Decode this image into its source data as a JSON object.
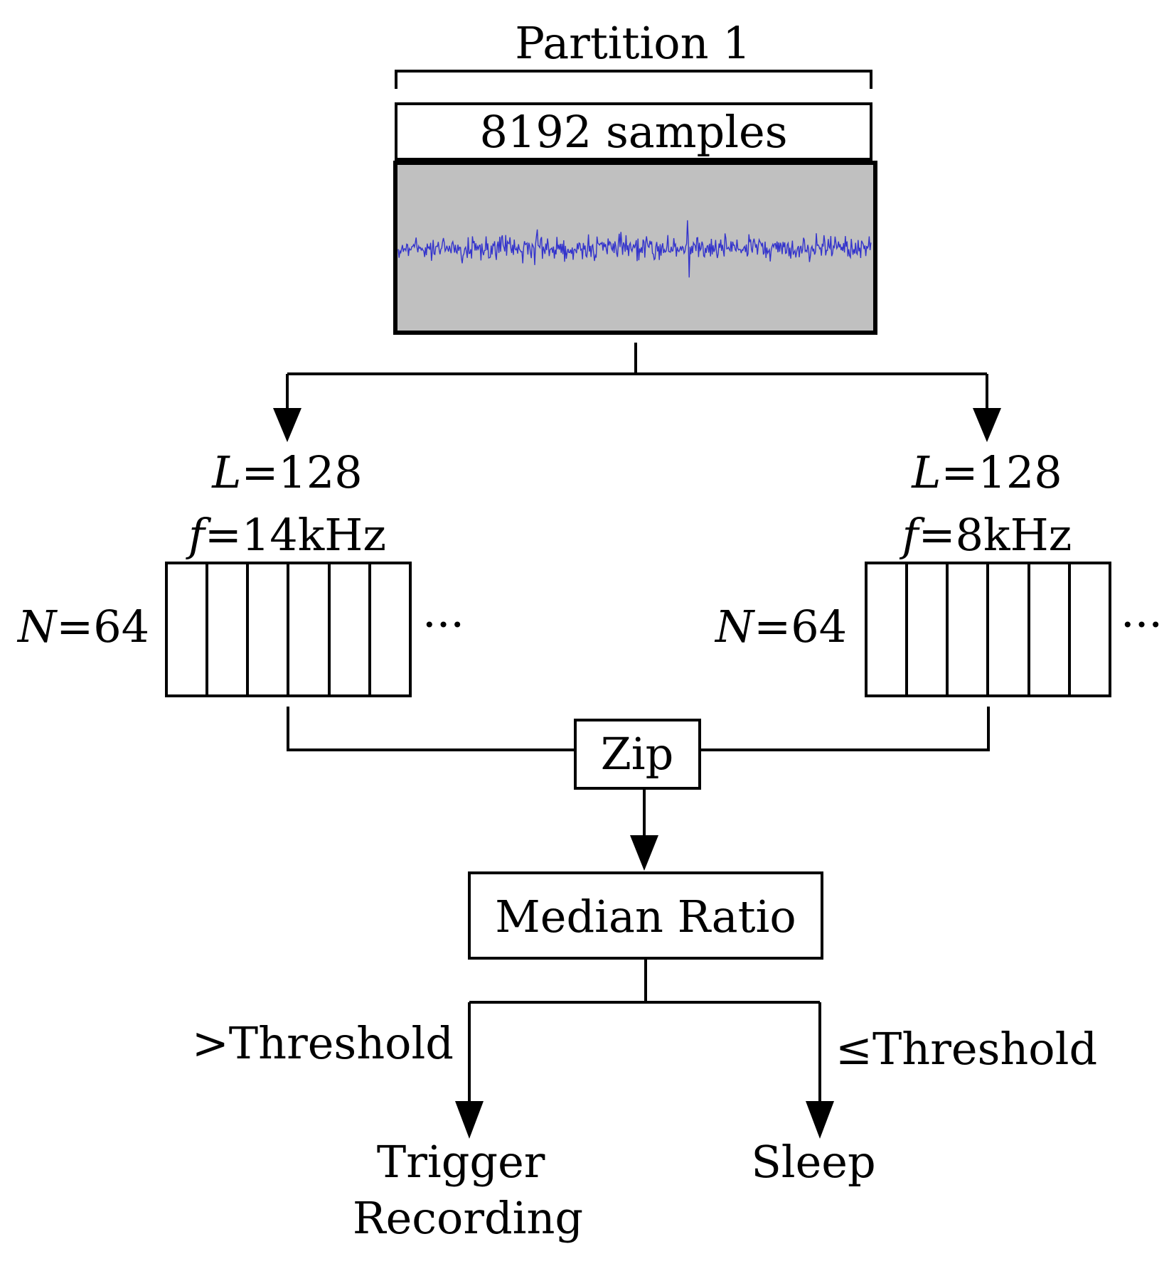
{
  "partition_label": "Partition 1",
  "samples_label": "8192 samples",
  "waveform": {
    "background_color": "#c0c0c0",
    "signal_color": "#3333cc"
  },
  "left_branch": {
    "L_symbol": "L",
    "L_value": "=128",
    "f_symbol": "f",
    "f_value": "=14kHz",
    "N_symbol": "N",
    "N_value": "=64",
    "ellipsis": "···"
  },
  "right_branch": {
    "L_symbol": "L",
    "L_value": "=128",
    "f_symbol": "f",
    "f_value": "=8kHz",
    "N_symbol": "N",
    "N_value": "=64",
    "ellipsis": "···"
  },
  "zip_label": "Zip",
  "median_label": "Median Ratio",
  "gt_threshold_label": ">Threshold",
  "le_threshold_label": "≤Threshold",
  "trigger_line1": "Trigger",
  "trigger_line2": "Recording",
  "sleep_label": "Sleep"
}
